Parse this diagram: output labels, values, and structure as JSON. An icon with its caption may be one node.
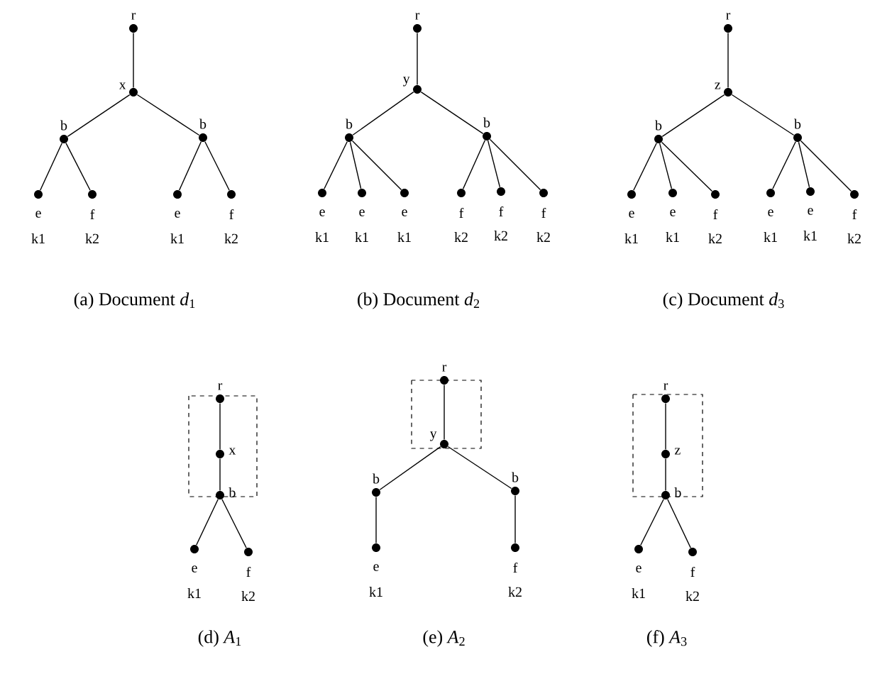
{
  "diagram": {
    "nodes": [
      {
        "text": [
          "r"
        ]
      },
      {
        "text": [
          "x"
        ]
      },
      {
        "text": [
          "b"
        ]
      },
      {
        "text": [
          "b"
        ]
      },
      {
        "text": [
          "e",
          "k1"
        ]
      },
      {
        "text": [
          "f",
          "k2"
        ]
      },
      {
        "text": [
          "e",
          "k1"
        ]
      },
      {
        "text": [
          "f",
          "k2"
        ]
      },
      {
        "text": [
          "r"
        ]
      },
      {
        "text": [
          "y"
        ]
      },
      {
        "text": [
          "b"
        ]
      },
      {
        "text": [
          "b"
        ]
      },
      {
        "text": [
          "e",
          "k1"
        ]
      },
      {
        "text": [
          "e",
          "k1"
        ]
      },
      {
        "text": [
          "e",
          "k1"
        ]
      },
      {
        "text": [
          "f",
          "k2"
        ]
      },
      {
        "text": [
          "f",
          "k2"
        ]
      },
      {
        "text": [
          "f",
          "k2"
        ]
      },
      {
        "text": [
          "r"
        ]
      },
      {
        "text": [
          "z"
        ]
      },
      {
        "text": [
          "b"
        ]
      },
      {
        "text": [
          "b"
        ]
      },
      {
        "text": [
          "e",
          "k1"
        ]
      },
      {
        "text": [
          "e",
          "k1"
        ]
      },
      {
        "text": [
          "f",
          "k2"
        ]
      },
      {
        "text": [
          "e",
          "k1"
        ]
      },
      {
        "text": [
          "e",
          "k1"
        ]
      },
      {
        "text": [
          "f",
          "k2"
        ]
      },
      {
        "text": [
          "r"
        ]
      },
      {
        "text": [
          "x"
        ]
      },
      {
        "text": [
          "b"
        ]
      },
      {
        "text": [
          "e",
          "k1"
        ]
      },
      {
        "text": [
          "f",
          "k2"
        ]
      },
      {
        "text": [
          "r"
        ]
      },
      {
        "text": [
          "y"
        ]
      },
      {
        "text": [
          "b"
        ]
      },
      {
        "text": [
          "b"
        ]
      },
      {
        "text": [
          "e",
          "k1"
        ]
      },
      {
        "text": [
          "f",
          "k2"
        ]
      },
      {
        "text": [
          "r"
        ]
      },
      {
        "text": [
          "z"
        ]
      },
      {
        "text": [
          "b"
        ]
      },
      {
        "text": [
          "e",
          "k1"
        ]
      },
      {
        "text": [
          "f",
          "k2"
        ]
      }
    ],
    "edges": [
      {
        "from": 0,
        "to": 1,
        "arrow": "none"
      },
      {
        "from": 1,
        "to": 2,
        "arrow": "none"
      },
      {
        "from": 1,
        "to": 3,
        "arrow": "none"
      },
      {
        "from": 2,
        "to": 4,
        "arrow": "none"
      },
      {
        "from": 2,
        "to": 5,
        "arrow": "none"
      },
      {
        "from": 3,
        "to": 6,
        "arrow": "none"
      },
      {
        "from": 3,
        "to": 7,
        "arrow": "none"
      },
      {
        "from": 8,
        "to": 9,
        "arrow": "none"
      },
      {
        "from": 9,
        "to": 10,
        "arrow": "none"
      },
      {
        "from": 9,
        "to": 11,
        "arrow": "none"
      },
      {
        "from": 10,
        "to": 12,
        "arrow": "none"
      },
      {
        "from": 10,
        "to": 13,
        "arrow": "none"
      },
      {
        "from": 10,
        "to": 14,
        "arrow": "none"
      },
      {
        "from": 11,
        "to": 15,
        "arrow": "none"
      },
      {
        "from": 11,
        "to": 16,
        "arrow": "none"
      },
      {
        "from": 11,
        "to": 17,
        "arrow": "none"
      },
      {
        "from": 18,
        "to": 19,
        "arrow": "none"
      },
      {
        "from": 19,
        "to": 20,
        "arrow": "none"
      },
      {
        "from": 19,
        "to": 21,
        "arrow": "none"
      },
      {
        "from": 20,
        "to": 22,
        "arrow": "none"
      },
      {
        "from": 20,
        "to": 23,
        "arrow": "none"
      },
      {
        "from": 20,
        "to": 24,
        "arrow": "none"
      },
      {
        "from": 21,
        "to": 25,
        "arrow": "none"
      },
      {
        "from": 21,
        "to": 26,
        "arrow": "none"
      },
      {
        "from": 21,
        "to": 27,
        "arrow": "none"
      },
      {
        "from": 28,
        "to": 29,
        "arrow": "none"
      },
      {
        "from": 29,
        "to": 30,
        "arrow": "none"
      },
      {
        "from": 30,
        "to": 31,
        "arrow": "none"
      },
      {
        "from": 30,
        "to": 32,
        "arrow": "none"
      },
      {
        "from": 33,
        "to": 34,
        "arrow": "none"
      },
      {
        "from": 34,
        "to": 35,
        "arrow": "none"
      },
      {
        "from": 34,
        "to": 36,
        "arrow": "none"
      },
      {
        "from": 35,
        "to": 37,
        "arrow": "none"
      },
      {
        "from": 36,
        "to": 38,
        "arrow": "none"
      },
      {
        "from": 39,
        "to": 40,
        "arrow": "none"
      },
      {
        "from": 40,
        "to": 41,
        "arrow": "none"
      },
      {
        "from": 41,
        "to": 42,
        "arrow": "none"
      },
      {
        "from": 41,
        "to": 43,
        "arrow": "none"
      }
    ],
    "labels": [
      "(a) Document *d*$_{1}$",
      "(b) Document *d*$_{2}$",
      "(c) Document *d*$_{3}$",
      "(d) *A*$_{1}$",
      "(e) *A*$_{2}$",
      "(f) *A*$_{3}$"
    ]
  }
}
